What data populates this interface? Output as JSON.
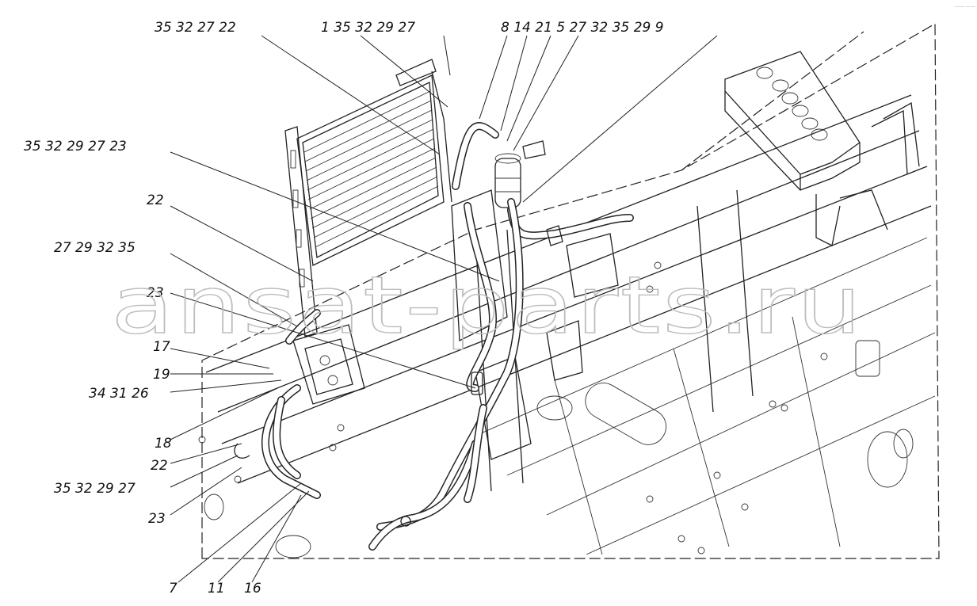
{
  "watermark": "ansat-parts.ru",
  "corner_mark": "—— ——",
  "callout_groups": [
    {
      "id": "g01",
      "numbers": [
        "35",
        "32",
        "27",
        "22"
      ]
    },
    {
      "id": "g02",
      "numbers": [
        "1",
        "35",
        "32",
        "29",
        "27"
      ]
    },
    {
      "id": "g03",
      "numbers": [
        "8",
        "14",
        "21",
        "5",
        "27",
        "32",
        "35",
        "29",
        "9"
      ]
    },
    {
      "id": "g04",
      "numbers": [
        "35",
        "32",
        "29",
        "27",
        "23"
      ]
    },
    {
      "id": "g05",
      "numbers": [
        "22"
      ]
    },
    {
      "id": "g06",
      "numbers": [
        "27",
        "29",
        "32",
        "35"
      ]
    },
    {
      "id": "g07",
      "numbers": [
        "23"
      ]
    },
    {
      "id": "g08",
      "numbers": [
        "17"
      ]
    },
    {
      "id": "g09",
      "numbers": [
        "19"
      ]
    },
    {
      "id": "g10",
      "numbers": [
        "34",
        "31",
        "26"
      ]
    },
    {
      "id": "g11",
      "numbers": [
        "18"
      ]
    },
    {
      "id": "g12",
      "numbers": [
        "22"
      ]
    },
    {
      "id": "g13",
      "numbers": [
        "35",
        "32",
        "29",
        "27"
      ]
    },
    {
      "id": "g14",
      "numbers": [
        "23"
      ]
    },
    {
      "id": "g15",
      "numbers": [
        "7"
      ]
    },
    {
      "id": "g16",
      "numbers": [
        "11"
      ]
    },
    {
      "id": "g17",
      "numbers": [
        "16"
      ]
    }
  ]
}
